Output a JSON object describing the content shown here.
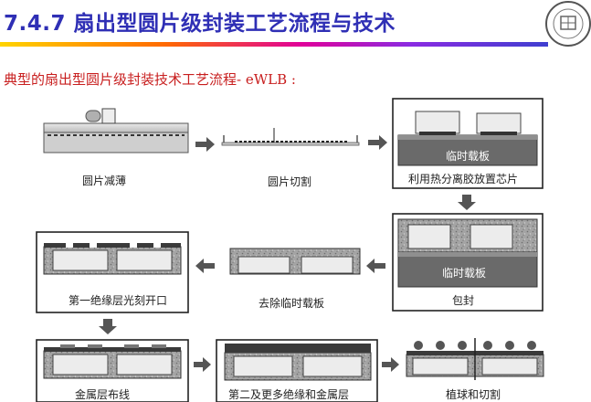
{
  "title": "7.4.7 扇出型圆片级封装工艺流程与技术",
  "subtitle": "典型的扇出型圆片级封装技术工艺流程- eWLB :",
  "steps": {
    "wafer_thin": "圆片减薄",
    "wafer_cut": "圆片切割",
    "place_chip": "利用热分离胶放置芯片",
    "carrier_1": "临时载板",
    "carrier_2": "临时载板",
    "mold": "包封",
    "remove_carrier": "去除临时载板",
    "first_insulation": "第一绝缘层光刻开口",
    "metal_routing": "金属层布线",
    "more_layers": "第二及更多绝缘和金属层",
    "ball_cut": "植球和切割"
  },
  "colors": {
    "title": "#2f2fb5",
    "subtitle": "#c81e1e",
    "mold": "#9a9a9a",
    "carrier": "#5a5a5a"
  }
}
